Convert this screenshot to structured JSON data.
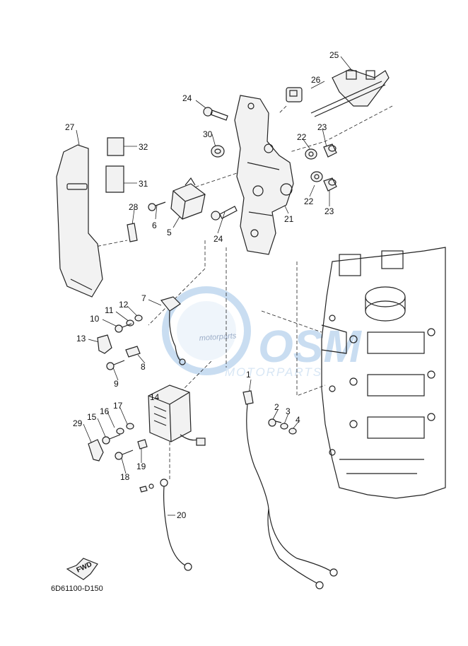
{
  "diagram": {
    "title": "",
    "drawing_code": "6D61100-D150",
    "fwd_label": "FWD",
    "watermark": {
      "logo_text": "OSM",
      "sub_text": "MOTORPARTS",
      "handwritten": "motorparts"
    },
    "callouts": [
      {
        "id": "c1",
        "label": "1"
      },
      {
        "id": "c2",
        "label": "2"
      },
      {
        "id": "c3",
        "label": "3"
      },
      {
        "id": "c4",
        "label": "4"
      },
      {
        "id": "c5",
        "label": "5"
      },
      {
        "id": "c6",
        "label": "6"
      },
      {
        "id": "c7",
        "label": "7"
      },
      {
        "id": "c8",
        "label": "8"
      },
      {
        "id": "c9",
        "label": "9"
      },
      {
        "id": "c10",
        "label": "10"
      },
      {
        "id": "c11",
        "label": "11"
      },
      {
        "id": "c12",
        "label": "12"
      },
      {
        "id": "c13",
        "label": "13"
      },
      {
        "id": "c14",
        "label": "14"
      },
      {
        "id": "c15",
        "label": "15"
      },
      {
        "id": "c16",
        "label": "16"
      },
      {
        "id": "c17",
        "label": "17"
      },
      {
        "id": "c18",
        "label": "18"
      },
      {
        "id": "c19",
        "label": "19"
      },
      {
        "id": "c20",
        "label": "20"
      },
      {
        "id": "c21",
        "label": "21"
      },
      {
        "id": "c22a",
        "label": "22"
      },
      {
        "id": "c22b",
        "label": "22"
      },
      {
        "id": "c23a",
        "label": "23"
      },
      {
        "id": "c23b",
        "label": "23"
      },
      {
        "id": "c24a",
        "label": "24"
      },
      {
        "id": "c24b",
        "label": "24"
      },
      {
        "id": "c25",
        "label": "25"
      },
      {
        "id": "c26",
        "label": "26"
      },
      {
        "id": "c27",
        "label": "27"
      },
      {
        "id": "c28",
        "label": "28"
      },
      {
        "id": "c29",
        "label": "29"
      },
      {
        "id": "c30",
        "label": "30"
      },
      {
        "id": "c31",
        "label": "31"
      },
      {
        "id": "c32",
        "label": "32"
      }
    ]
  }
}
